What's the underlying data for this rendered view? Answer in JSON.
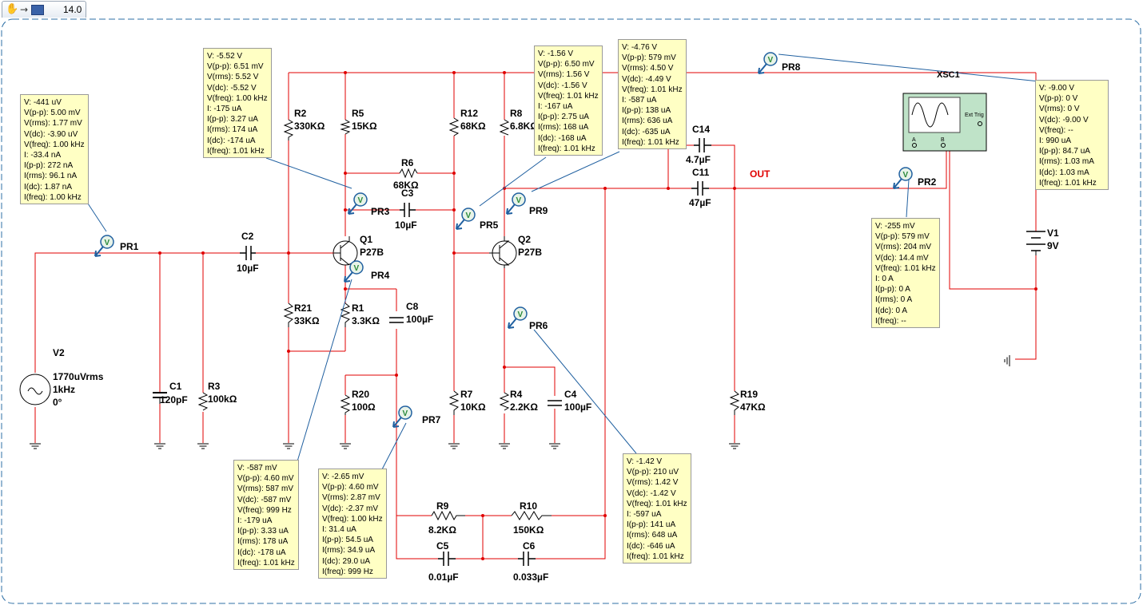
{
  "toolbar": {
    "version": "14.0",
    "hand_icon": "hand-icon",
    "arrow_icon": "arrow-icon",
    "sheet_icon": "sheet-icon"
  },
  "labels": {
    "V2": "V2",
    "V2_amp": "1770uVrms",
    "V2_freq": "1kHz",
    "V2_phase": "0°",
    "C1": "C1",
    "C1_val": "120pF",
    "R3": "R3",
    "R3_val": "100kΩ",
    "C2": "C2",
    "C2_val": "10µF",
    "R2": "R2",
    "R2_val": "330KΩ",
    "R21": "R21",
    "R21_val": "33KΩ",
    "R5": "R5",
    "R5_val": "15KΩ",
    "Q1": "Q1",
    "Q1_val": "P27B",
    "R1": "R1",
    "R1_val": "3.3KΩ",
    "C8": "C8",
    "C8_val": "100µF",
    "R20": "R20",
    "R20_val": "100Ω",
    "R6": "R6",
    "R6_val": "68KΩ",
    "C3": "C3",
    "C3_val": "10µF",
    "R12": "R12",
    "R12_val": "68KΩ",
    "R7": "R7",
    "R7_val": "10KΩ",
    "R8": "R8",
    "R8_val": "6.8KΩ",
    "Q2": "Q2",
    "Q2_val": "P27B",
    "R4": "R4",
    "R4_val": "2.2KΩ",
    "C4": "C4",
    "C4_val": "100µF",
    "C14": "C14",
    "C14_val": "4.7µF",
    "C11": "C11",
    "C11_val": "47µF",
    "R19": "R19",
    "R19_val": "47KΩ",
    "R9": "R9",
    "R9_val": "8.2KΩ",
    "R10": "R10",
    "R10_val": "150KΩ",
    "C5": "C5",
    "C5_val": "0.01µF",
    "C6": "C6",
    "C6_val": "0.033µF",
    "V1": "V1",
    "V1_val": "9V",
    "OUT": "OUT",
    "XSC1": "XSC1",
    "scope_ext": "Ext Trig",
    "scope_A": "A",
    "scope_B": "B",
    "PR1": "PR1",
    "PR2": "PR2",
    "PR3": "PR3",
    "PR4": "PR4",
    "PR5": "PR5",
    "PR6": "PR6",
    "PR7": "PR7",
    "PR8": "PR8",
    "PR9": "PR9",
    "probe_symbol": "V"
  },
  "probes": {
    "PR1": [
      "V: -441 uV",
      "V(p-p): 5.00 mV",
      "V(rms): 1.77 mV",
      "V(dc): -3.90 uV",
      "V(freq): 1.00 kHz",
      "I: -33.4 nA",
      "I(p-p): 272 nA",
      "I(rms): 96.1 nA",
      "I(dc): 1.87 nA",
      "I(freq): 1.00 kHz"
    ],
    "PR3": [
      "V: -5.52 V",
      "V(p-p): 6.51 mV",
      "V(rms): 5.52 V",
      "V(dc): -5.52 V",
      "V(freq): 1.00 kHz",
      "I: -175 uA",
      "I(p-p): 3.27 uA",
      "I(rms): 174 uA",
      "I(dc): -174 uA",
      "I(freq): 1.01 kHz"
    ],
    "PR5": [
      "V: -1.56 V",
      "V(p-p): 6.50 mV",
      "V(rms): 1.56 V",
      "V(dc): -1.56 V",
      "V(freq): 1.01 kHz",
      "I: -167 uA",
      "I(p-p): 2.75 uA",
      "I(rms): 168 uA",
      "I(dc): -168 uA",
      "I(freq): 1.01 kHz"
    ],
    "PR9": [
      "V: -4.76 V",
      "V(p-p): 579 mV",
      "V(rms): 4.50 V",
      "V(dc): -4.49 V",
      "V(freq): 1.01 kHz",
      "I: -587 uA",
      "I(p-p): 138 uA",
      "I(rms): 636 uA",
      "I(dc): -635 uA",
      "I(freq): 1.01 kHz"
    ],
    "PR8": [
      "V: -9.00 V",
      "V(p-p): 0 V",
      "V(rms): 0 V",
      "V(dc): -9.00 V",
      "V(freq): --",
      "I: 990 uA",
      "I(p-p): 84.7 uA",
      "I(rms): 1.03 mA",
      "I(dc): 1.03 mA",
      "I(freq): 1.01 kHz"
    ],
    "PR2": [
      "V: -255 mV",
      "V(p-p): 579 mV",
      "V(rms): 204 mV",
      "V(dc): 14.4 mV",
      "V(freq): 1.01 kHz",
      "I: 0 A",
      "I(p-p): 0 A",
      "I(rms): 0 A",
      "I(dc): 0 A",
      "I(freq): --"
    ],
    "PR4": [
      "V: -587 mV",
      "V(p-p): 4.60 mV",
      "V(rms): 587 mV",
      "V(dc): -587 mV",
      "V(freq): 999 Hz",
      "I: -179 uA",
      "I(p-p): 3.33 uA",
      "I(rms): 178 uA",
      "I(dc): -178 uA",
      "I(freq): 1.01 kHz"
    ],
    "PR7": [
      "V: -2.65 mV",
      "V(p-p): 4.60 mV",
      "V(rms): 2.87 mV",
      "V(dc): -2.37 mV",
      "V(freq): 1.00 kHz",
      "I: 31.4 uA",
      "I(p-p): 54.5 uA",
      "I(rms): 34.9 uA",
      "I(dc): 29.0 uA",
      "I(freq): 999 Hz"
    ],
    "PR6": [
      "V: -1.42 V",
      "V(p-p): 210 uV",
      "V(rms): 1.42 V",
      "V(dc): -1.42 V",
      "V(freq): 1.01 kHz",
      "I: -597 uA",
      "I(p-p): 141 uA",
      "I(rms): 648 uA",
      "I(dc): -646 uA",
      "I(freq): 1.01 kHz"
    ]
  },
  "colors": {
    "wire": "#e00000",
    "probe_line": "#2060a0",
    "probe_bg": "#ffffc4",
    "border": "#2d6fa5",
    "scope_bg": "#bfe3c8"
  }
}
